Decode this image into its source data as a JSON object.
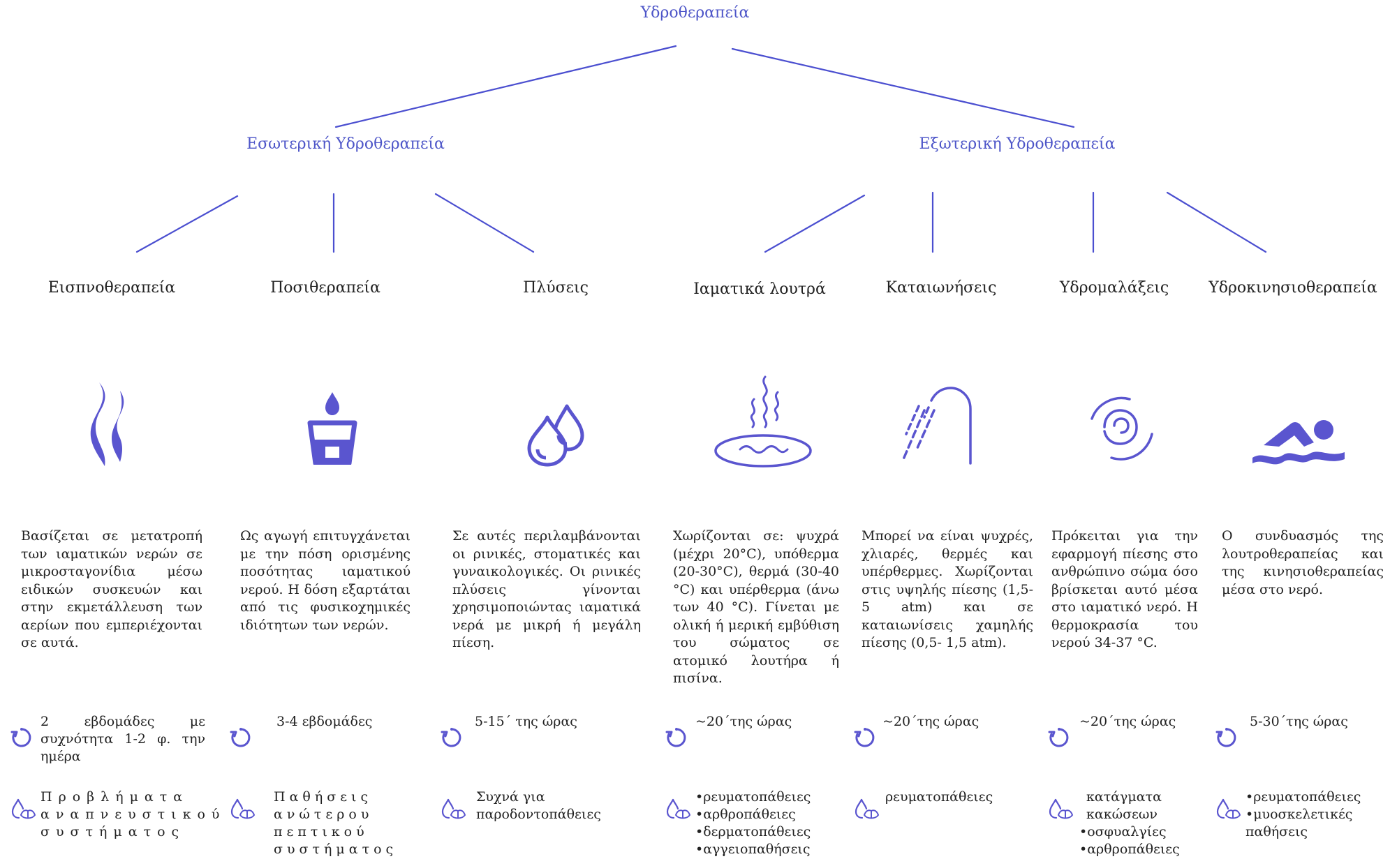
{
  "root": {
    "title": "Υδροθεραπεία"
  },
  "branches": [
    {
      "title": "Εσωτερική Υδροθεραπεία"
    },
    {
      "title": "Εξωτερική Υδροθεραπεία"
    }
  ],
  "colors": {
    "accent": "#5a55cf",
    "line": "#4b4fd0",
    "text": "#222222"
  },
  "categories": [
    {
      "title": "Εισπνοθεραπεία",
      "icon": "steam-icon",
      "description": "Βασίζεται σε μετατροπή των ιαματικών νερών σε μικροσταγονίδια μέσω ειδικών συσκευών και στην εκμετάλλευση των αερίων που εμπεριέχονται σε αυτά.",
      "duration": "2 εβδομάδες με συχνότητα 1-2 φ. την ημέρα",
      "indications": [
        "Προβλήματα αναπνευστικού συστήματος"
      ]
    },
    {
      "title": "Ποσιθεραπεία",
      "icon": "drinking-glass-icon",
      "description": "Ως αγωγή επιτυγχάνεται με την πόση ορισμένης ποσότητας ιαματικού νερού. Η δόση εξαρτάται από τις φυσικοχημικές ιδιότητων των νερών.",
      "duration": "3-4 εβδομάδες",
      "indications": [
        "Παθήσεις ανώτερου πεπτικού συστήματος"
      ]
    },
    {
      "title": "Πλύσεις",
      "icon": "water-drops-icon",
      "description": "Σε αυτές περιλαμβάνονται οι ρινικές, στοματικές και γυναικολογικές. Οι ρινικές πλύσεις γίνονται χρησιμοποιώντας ιαματικά νερά με μικρή ή μεγάλη πίεση.",
      "duration": "5-15΄ της ώρας",
      "indications": [
        "Συχνά για παροδοντοπάθειες"
      ]
    },
    {
      "title": "Ιαματικά λουτρά",
      "icon": "hot-bath-icon",
      "description": "Χωρίζονται σε: ψυχρά (μέχρι 20°C), υπόθερμα (20-30°C), θερμά (30-40 °C) και υπέρθερμα (άνω των 40 °C). Γίνεται με ολική ή μερική εμβύθιση του σώματος σε ατομικό λουτήρα ή πισίνα.",
      "duration": "~20΄της ώρας",
      "indications": [
        "•ρευματοπάθειες",
        "•αρθροπάθειες",
        "•δερματοπάθειες",
        "•αγγειοπαθήσεις"
      ]
    },
    {
      "title": "Καταιωνήσεις",
      "icon": "shower-icon",
      "description": "Μπορεί να είναι ψυχρές, χλιαρές, θερμές και υπέρθερμες. Χωρίζονται στις υψηλής πίεσης (1,5- 5 atm) και σε καταιωνίσεις χαμηλής πίεσης (0,5- 1,5 atm).",
      "duration": "~20΄της ώρας",
      "indications": [
        "ρευματοπάθειες"
      ]
    },
    {
      "title": "Υδρομαλάξεις",
      "icon": "water-pressure-icon",
      "description": "Πρόκειται για την εφαρμογή πίεσης στο ανθρώπινο σώμα όσο βρίσκεται αυτό μέσα στο ιαματικό νερό. Η θερμοκρασία του νερού 34-37 °C.",
      "duration": "~20΄της ώρας",
      "indications": [
        "κατάγματα",
        "κακώσεων",
        "•οσφυαλγίες",
        "•αρθροπάθειες"
      ]
    },
    {
      "title": "Υδροκινησιοθεραπεία",
      "icon": "swimmer-icon",
      "description": "Ο συνδυασμός της λουτροθεραπείας και της κινησιοθεραπείας μέσα στο νερό.",
      "duration": "5-30΄της ώρας",
      "indications": [
        "•ρευματοπάθειες",
        "•μυοσκελετικές παθήσεις"
      ]
    }
  ]
}
